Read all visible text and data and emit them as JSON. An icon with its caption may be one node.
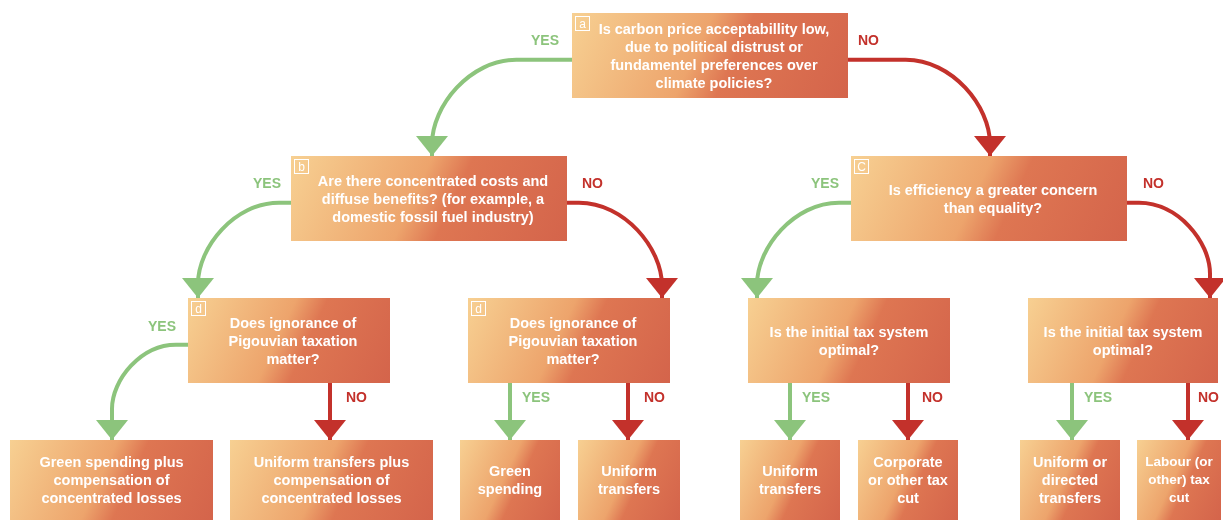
{
  "diagram": {
    "nodes": [
      {
        "text": [
          "a",
          "Is carbon price acceptabillity low, due to political distrust or fundamentel preferences over climate policies?"
        ]
      },
      {
        "text": [
          "b",
          "Are there concentrated costs and diffuse benefits? (for example, a domestic fossil fuel industry)"
        ]
      },
      {
        "text": [
          "C",
          "Is efficiency a greater concern than equality?"
        ]
      },
      {
        "text": [
          "d",
          "Does ignorance of Pigouvian taxation matter?"
        ]
      },
      {
        "text": [
          "d",
          "Does ignorance of Pigouvian taxation matter?"
        ]
      },
      {
        "text": [
          "Is the initial tax system optimal?"
        ]
      },
      {
        "text": [
          "Is the initial tax system optimal?"
        ]
      },
      {
        "text": [
          "Green spending plus compensation of concentrated losses"
        ]
      },
      {
        "text": [
          "Uniform transfers plus compensation of concentrated losses"
        ]
      },
      {
        "text": [
          "Green spending"
        ]
      },
      {
        "text": [
          "Uniform transfers"
        ]
      },
      {
        "text": [
          "Uniform transfers"
        ]
      },
      {
        "text": [
          "Corporate or other tax cut"
        ]
      },
      {
        "text": [
          "Uniform or directed transfers"
        ]
      },
      {
        "text": [
          "Labour (or other) tax cut"
        ]
      }
    ],
    "edges": [
      {
        "from": 0,
        "to": 1,
        "arrow": "to",
        "label": "YES",
        "color": "#8cc47c"
      },
      {
        "from": 0,
        "to": 2,
        "arrow": "to",
        "label": "NO",
        "color": "#c3312b"
      },
      {
        "from": 1,
        "to": 3,
        "arrow": "to",
        "label": "YES",
        "color": "#8cc47c"
      },
      {
        "from": 1,
        "to": 4,
        "arrow": "to",
        "label": "NO",
        "color": "#c3312b"
      },
      {
        "from": 2,
        "to": 5,
        "arrow": "to",
        "label": "YES",
        "color": "#8cc47c"
      },
      {
        "from": 2,
        "to": 6,
        "arrow": "to",
        "label": "NO",
        "color": "#c3312b"
      },
      {
        "from": 3,
        "to": 7,
        "arrow": "to",
        "label": "YES",
        "color": "#8cc47c"
      },
      {
        "from": 3,
        "to": 8,
        "arrow": "to",
        "label": "NO",
        "color": "#c3312b"
      },
      {
        "from": 4,
        "to": 9,
        "arrow": "to",
        "label": "YES",
        "color": "#8cc47c"
      },
      {
        "from": 4,
        "to": 10,
        "arrow": "to",
        "label": "NO",
        "color": "#c3312b"
      },
      {
        "from": 5,
        "to": 11,
        "arrow": "to",
        "label": "YES",
        "color": "#8cc47c"
      },
      {
        "from": 5,
        "to": 12,
        "arrow": "to",
        "label": "NO",
        "color": "#c3312b"
      },
      {
        "from": 6,
        "to": 13,
        "arrow": "to",
        "label": "YES",
        "color": "#8cc47c"
      },
      {
        "from": 6,
        "to": 14,
        "arrow": "to",
        "label": "NO",
        "color": "#c3312b"
      }
    ]
  }
}
